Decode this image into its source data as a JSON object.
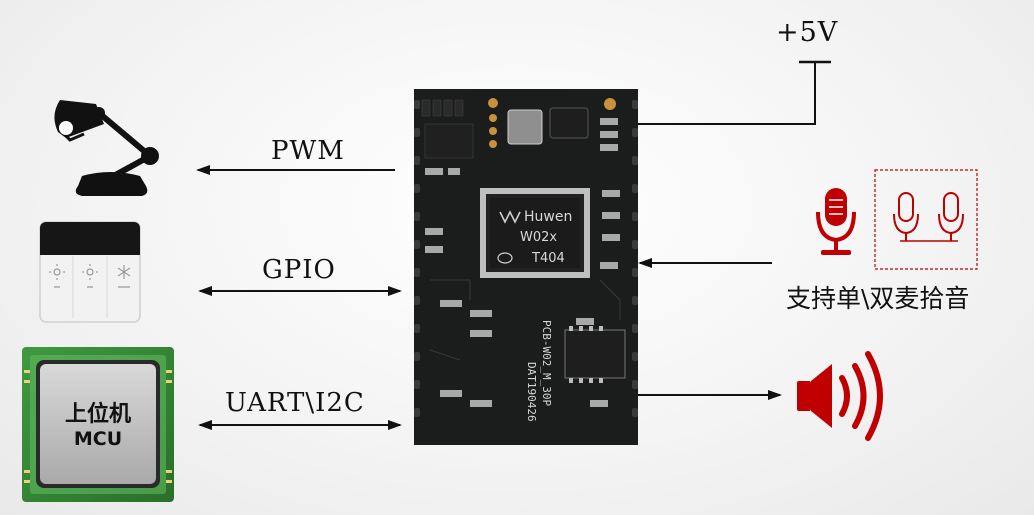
{
  "interfaces": {
    "pwm": "PWM",
    "gpio": "GPIO",
    "uart": "UART\\I2C"
  },
  "power": {
    "label": "+5V"
  },
  "mic": {
    "label": "支持单\\双麦拾音"
  },
  "host": {
    "line1": "上位机",
    "line2": "MCU"
  },
  "chip": {
    "brand": "Huwen",
    "model": "W02x",
    "code": "T404",
    "pcb_text": "PCB-W02_M_30P",
    "date_text": "DAT190426"
  },
  "colors": {
    "accent": "#c00000",
    "board": "#1a1d1c",
    "wire": "#111111"
  }
}
